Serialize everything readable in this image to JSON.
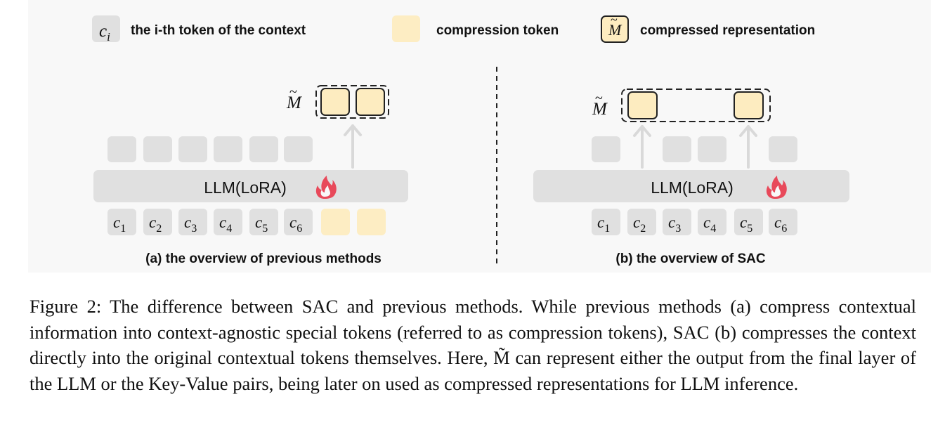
{
  "legend": {
    "context_token_symbol": "c",
    "context_token_sub": "i",
    "context_token_label": "the i-th token of the context",
    "compression_token_label": "compression token",
    "compressed_symbol": "M",
    "compressed_label": "compressed representation"
  },
  "panel_a": {
    "output_symbol": "M",
    "llm_label": "LLM(LoRA)",
    "context_tokens": [
      "1",
      "2",
      "3",
      "4",
      "5",
      "6"
    ],
    "caption": "(a) the overview of previous methods"
  },
  "panel_b": {
    "output_symbol": "M",
    "llm_label": "LLM(LoRA)",
    "context_tokens": [
      "1",
      "2",
      "3",
      "4",
      "5",
      "6"
    ],
    "caption": "(b) the overview of SAC"
  },
  "token_symbol": "c",
  "colors": {
    "panel_bg": "#f8f8f8",
    "gray_block": "#e0e0e0",
    "compression_fill": "#fdedc3",
    "compressed_fill": "#fdecc0",
    "arrow": "#d9d9d9",
    "fire": "#e8495a"
  },
  "caption": "Figure 2: The difference between SAC and previous methods. While previous methods (a) compress contextual information into context-agnostic special tokens (referred to as compression tokens), SAC (b) compresses the context directly into the original contextual tokens themselves. Here, M̃ can represent either the output from the final layer of the LLM or the Key-Value pairs, being later on used as compressed representations for LLM inference."
}
